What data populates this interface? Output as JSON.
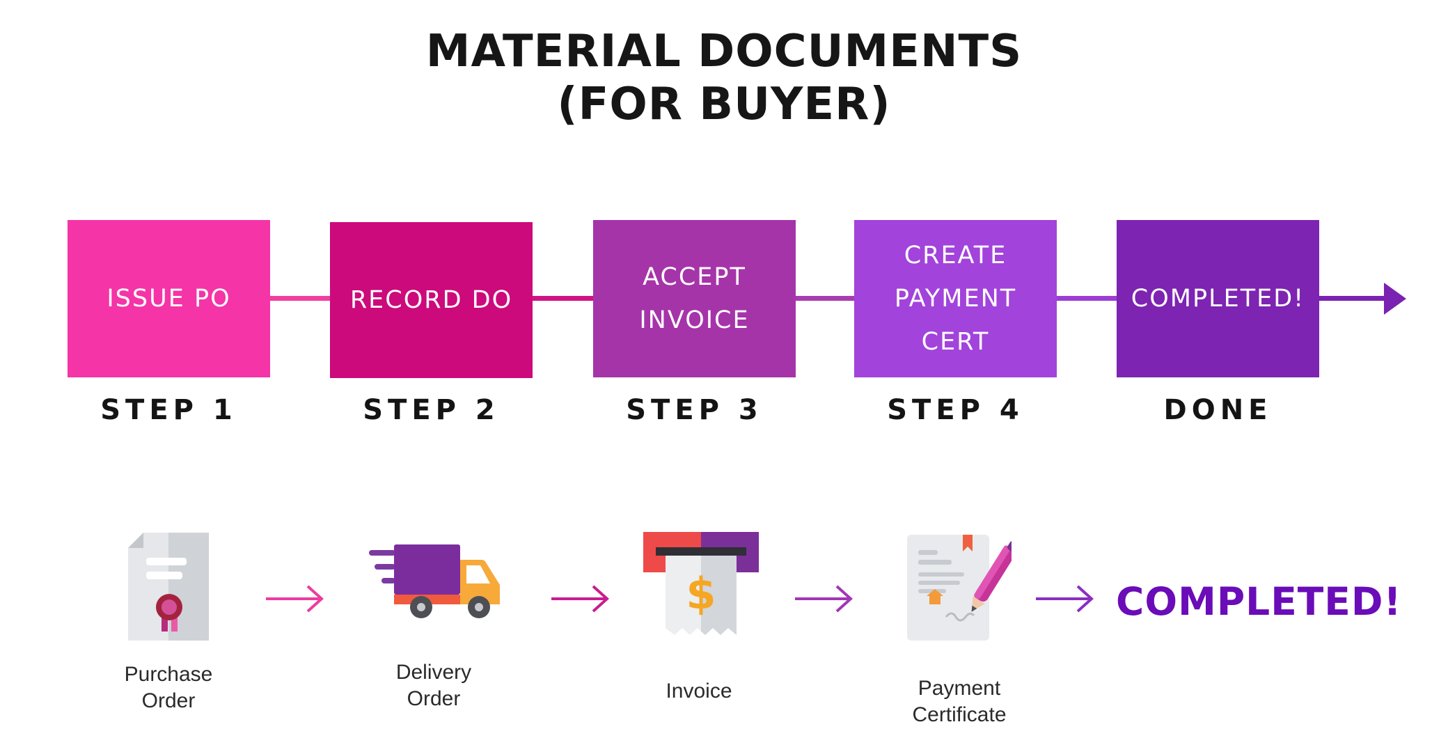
{
  "title": {
    "line1": "MATERIAL DOCUMENTS",
    "line2": "(FOR BUYER)"
  },
  "steps": [
    {
      "box_text": "ISSUE PO",
      "label": "STEP 1",
      "color": "#f534a7"
    },
    {
      "box_text": "RECORD DO",
      "label": "STEP 2",
      "color": "#cc0a7c"
    },
    {
      "box_text": "ACCEPT\nINVOICE",
      "label": "STEP 3",
      "color": "#a534a9"
    },
    {
      "box_text": "CREATE\nPAYMENT\nCERT",
      "label": "STEP 4",
      "color": "#a243db"
    },
    {
      "box_text": "COMPLETED!",
      "label": "DONE",
      "color": "#7d24b2"
    }
  ],
  "documents": [
    {
      "label": "Purchase\nOrder",
      "icon": "certificate-document-icon"
    },
    {
      "label": "Delivery\nOrder",
      "icon": "delivery-truck-icon"
    },
    {
      "label": "Invoice",
      "icon": "invoice-receipt-icon"
    },
    {
      "label": "Payment\nCertificate",
      "icon": "signed-contract-icon"
    }
  ],
  "final_status": {
    "text": "COMPLETED!",
    "color": "#6a0cb8"
  },
  "colors": {
    "arrow_pink": "#ec3ca0",
    "arrow_magenta": "#c91d8f",
    "arrow_purple": "#a236b6",
    "arrow_violet": "#8a2fc0"
  }
}
